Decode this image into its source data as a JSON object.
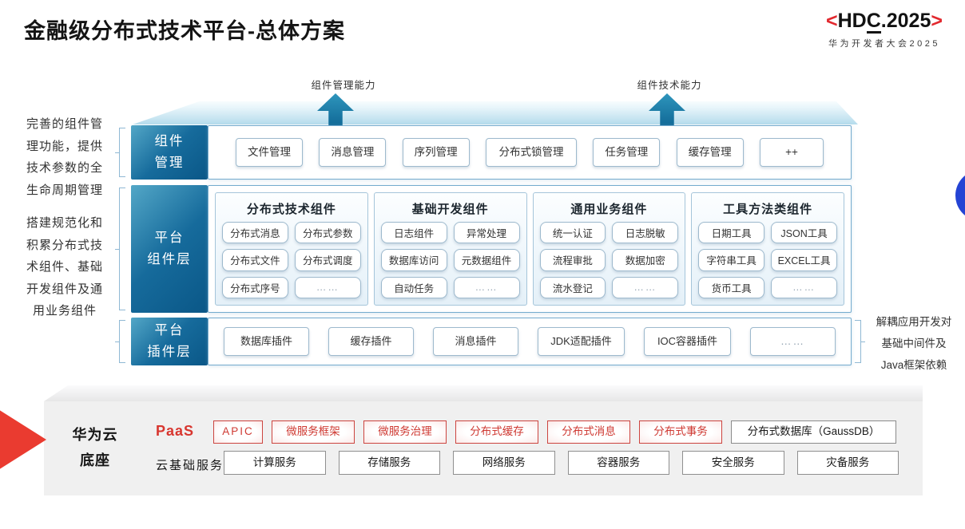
{
  "title": "金融级分布式技术平台-总体方案",
  "logo": {
    "open_bracket": "<",
    "hdc_hd": "HD",
    "hdc_c": "C",
    "hdc_rest": ".2025",
    "close_bracket": ">",
    "subtitle": "华为开发者大会2025"
  },
  "arrows": [
    {
      "label": "组件管理能力"
    },
    {
      "label": "组件技术能力"
    }
  ],
  "notes": {
    "left_top_lines": [
      "完善的组件管",
      "理功能，提供",
      "技术参数的全",
      "生命周期管理"
    ],
    "left_bottom_lines": [
      "搭建规范化和",
      "积累分布式技",
      "术组件、基础",
      "开发组件及通",
      "用业务组件"
    ],
    "right_lines": [
      "解耦应用开发对",
      "基础中间件及",
      "Java框架依赖"
    ]
  },
  "rows": {
    "component_mgmt": {
      "label_lines": [
        "组件",
        "管理"
      ],
      "chips": [
        "文件管理",
        "消息管理",
        "序列管理",
        "分布式锁管理",
        "任务管理",
        "缓存管理",
        "++"
      ]
    },
    "platform_components": {
      "label_lines": [
        "平台",
        "组件层"
      ],
      "panels": [
        {
          "title": "分布式技术组件",
          "chips": [
            "分布式消息",
            "分布式参数",
            "分布式文件",
            "分布式调度",
            "分布式序号",
            "……"
          ]
        },
        {
          "title": "基础开发组件",
          "chips": [
            "日志组件",
            "异常处理",
            "数据库访问",
            "元数据组件",
            "自动任务",
            "……"
          ]
        },
        {
          "title": "通用业务组件",
          "chips": [
            "统一认证",
            "日志脱敏",
            "流程审批",
            "数据加密",
            "流水登记",
            "……"
          ]
        },
        {
          "title": "工具方法类组件",
          "chips": [
            "日期工具",
            "JSON工具",
            "字符串工具",
            "EXCEL工具",
            "货币工具",
            "……"
          ]
        }
      ]
    },
    "platform_plugins": {
      "label_lines": [
        "平台",
        "插件层"
      ],
      "chips": [
        "数据库插件",
        "缓存插件",
        "消息插件",
        "JDK适配插件",
        "IOC容器插件",
        "……"
      ]
    }
  },
  "bottom": {
    "base_label_lines": [
      "华为云",
      "底座"
    ],
    "paas_label": "PaaS",
    "paas_chips": [
      "APIC",
      "微服务框架",
      "微服务治理",
      "分布式缓存",
      "分布式消息",
      "分布式事务"
    ],
    "paas_db_chip": "分布式数据库（GaussDB）",
    "cloud_label": "云基础服务",
    "cloud_chips": [
      "计算服务",
      "存储服务",
      "网络服务",
      "容器服务",
      "安全服务",
      "灾备服务"
    ]
  },
  "colors": {
    "row_label_gradient_dark": "#0a5787",
    "arrow_teal": "#1b7aa6",
    "chip_border_blue": "#9db9cd",
    "panel_border": "#a5c5da",
    "bracket_blue": "#8fb8d4",
    "red_accent": "#d0453e",
    "logo_red": "#e2282e",
    "wedge_red": "#ea3b30",
    "circle_blue": "#2443d4",
    "base_bg": "#f0f0f0"
  }
}
